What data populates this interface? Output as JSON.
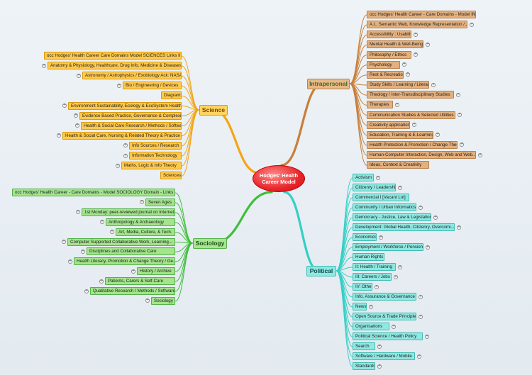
{
  "central": {
    "line1": "Hodges' Health",
    "line2": "Career Model"
  },
  "branches": {
    "science": {
      "label": "Science",
      "color": "#f3a614",
      "items": [
        "occ Hodges' Health Career Care Domains Model SCIENCES Links II",
        "Anatomy & Physiology, Healthcare, Drug Info, Medicine & Diseases",
        "Astronomy / Astrophysics / Exobiology Ack: NASA",
        "Bio / Engineering / Devices",
        "Diagrams",
        "Environment Sustainability, Ecology & EcoSystem Health",
        "Evidence Based Practice, Governance & Complexity",
        "Health & Social Care Research / Methods / Software",
        "Health & Social Care, Nursing & Related Theory & Practice",
        "Info Sources / Research",
        "Information Technology",
        "Maths, Logic & Info Theory",
        "Sciences"
      ]
    },
    "intrapersonal": {
      "label": "Intrapersonal",
      "color": "#c87e3a",
      "items": [
        "occ Hodges' Health Career - Care Domains - Model INTRAPERSONAL Links I",
        "A.I., Semantic Web, Knowledge Representation /...",
        "Accessibility : Usability",
        "Mental Health & Well-Being",
        "Philosophy / Ethics",
        "Psychology",
        "Rest & Recreation",
        "Study Skills / Learning / Literacy",
        "Theology / Inter-Transdisciplinary Studies",
        "Therapies",
        "Communication Studies & Selected Utilities",
        "Creativity applications",
        "Education, Training & E-Learning",
        "Health Protection & Promotion / Change Theory",
        "Human-Computer Interaction, Design, Web and Web...",
        "Ideas, Context & Creativity"
      ]
    },
    "sociology": {
      "label": "Sociology",
      "color": "#3fbe3a",
      "items": [
        "occ Hodges' Health Career - Care Domains - Model SOCIOLOGY Domain - Links III",
        "Seven Ages",
        "1st Monday: peer-reviewed journal on Internet",
        "Anthropology & Archaeology",
        "Art, Media, Culture, & Tech.",
        "Computer Supported Collaborative Work, Learning...",
        "Disciplines and Collaborative Care",
        "Health Literacy, Promotion & Change Theory / Ge...",
        "History / Archive",
        "Patients, Carers & Self-Care",
        "Qualitative Research / Methods / Software",
        "Sociology"
      ]
    },
    "political": {
      "label": "Political",
      "color": "#35cfc5",
      "items": [
        "Activism",
        "Citizenry / Leadership",
        "Commercial I [Vacant Lot]",
        "Community / Urban Informatics",
        "Democracy - Justice, Law & Legislation",
        "Development: Global Health, Citizenry, Overcomi...",
        "Economics",
        "Employment / Workforce / Pension",
        "Human Rights",
        "II: Health / Training",
        "III: Careers / Jobs",
        "IV: Other",
        "Info. Assurance & Governance",
        "News",
        "Open Source & Trade Principles",
        "Organisations",
        "Political Science / Health Policy",
        "Search",
        "Software / Hardware / Mobile",
        "Standards"
      ]
    }
  }
}
